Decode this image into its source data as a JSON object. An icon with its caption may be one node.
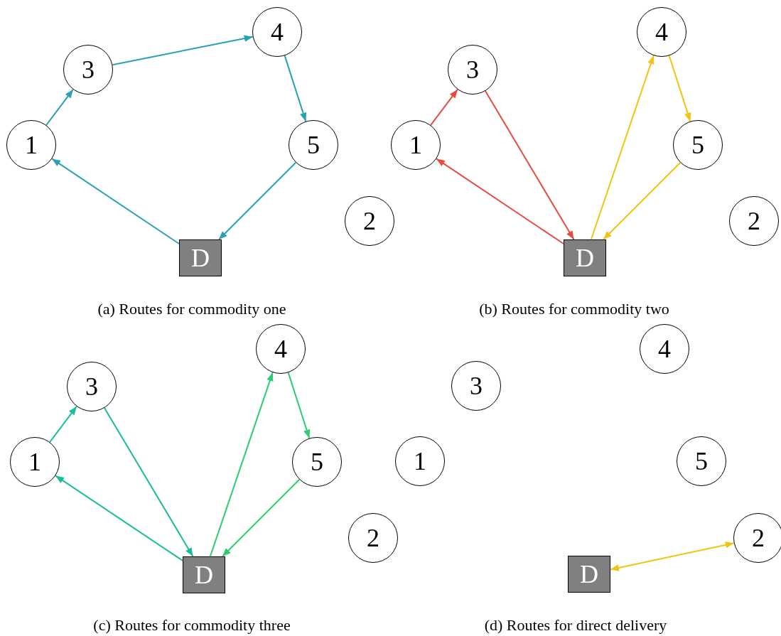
{
  "diagram": {
    "nodes": [
      {
        "text": [
          "4"
        ]
      },
      {
        "text": [
          "3"
        ]
      },
      {
        "text": [
          "1"
        ]
      },
      {
        "text": [
          "5"
        ]
      },
      {
        "text": [
          "2"
        ]
      },
      {
        "text": [
          "D"
        ]
      },
      {
        "text": [
          "4"
        ]
      },
      {
        "text": [
          "3"
        ]
      },
      {
        "text": [
          "1"
        ]
      },
      {
        "text": [
          "5"
        ]
      },
      {
        "text": [
          "2"
        ]
      },
      {
        "text": [
          "D"
        ]
      },
      {
        "text": [
          "4"
        ]
      },
      {
        "text": [
          "3"
        ]
      },
      {
        "text": [
          "1"
        ]
      },
      {
        "text": [
          "5"
        ]
      },
      {
        "text": [
          "2"
        ]
      },
      {
        "text": [
          "D"
        ]
      },
      {
        "text": [
          "4"
        ]
      },
      {
        "text": [
          "3"
        ]
      },
      {
        "text": [
          "1"
        ]
      },
      {
        "text": [
          "5"
        ]
      },
      {
        "text": [
          "2"
        ]
      },
      {
        "text": [
          "D"
        ]
      }
    ],
    "edges": [
      {
        "from": 5,
        "to": 2,
        "arrow": "to",
        "color": "#2aa0b5"
      },
      {
        "from": 2,
        "to": 1,
        "arrow": "to",
        "color": "#2aa0b5"
      },
      {
        "from": 1,
        "to": 0,
        "arrow": "to",
        "color": "#2aa0b5"
      },
      {
        "from": 0,
        "to": 3,
        "arrow": "to",
        "color": "#2aa0b5"
      },
      {
        "from": 3,
        "to": 5,
        "arrow": "to",
        "color": "#2aa0b5"
      },
      {
        "from": 11,
        "to": 8,
        "arrow": "to",
        "color": "#e74c3c"
      },
      {
        "from": 8,
        "to": 7,
        "arrow": "to",
        "color": "#e74c3c"
      },
      {
        "from": 7,
        "to": 11,
        "arrow": "to",
        "color": "#e74c3c"
      },
      {
        "from": 11,
        "to": 6,
        "arrow": "to",
        "color": "#f1c40f"
      },
      {
        "from": 6,
        "to": 9,
        "arrow": "to",
        "color": "#f1c40f"
      },
      {
        "from": 9,
        "to": 11,
        "arrow": "to",
        "color": "#f1c40f"
      },
      {
        "from": 17,
        "to": 14,
        "arrow": "to",
        "color": "#1abc9c"
      },
      {
        "from": 14,
        "to": 13,
        "arrow": "to",
        "color": "#1abc9c"
      },
      {
        "from": 13,
        "to": 17,
        "arrow": "to",
        "color": "#1abc9c"
      },
      {
        "from": 17,
        "to": 12,
        "arrow": "to",
        "color": "#2ecc71"
      },
      {
        "from": 12,
        "to": 15,
        "arrow": "to",
        "color": "#2ecc71"
      },
      {
        "from": 15,
        "to": 17,
        "arrow": "to",
        "color": "#2ecc71"
      },
      {
        "from": 23,
        "to": 22,
        "arrow": "both",
        "color": "#f1c40f"
      }
    ],
    "labels": [
      "(a) Routes for commodity one",
      "(b) Routes for commodity two",
      "(c) Routes for commodity three",
      "(d) Routes for direct delivery"
    ]
  }
}
